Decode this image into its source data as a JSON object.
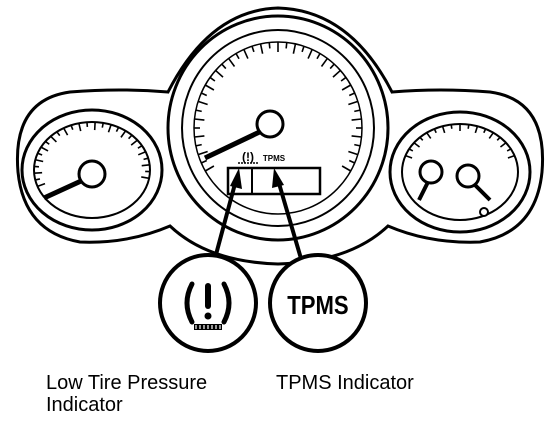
{
  "cluster": {
    "center_warning_glyph": "(!)",
    "center_tpms_text": "TPMS"
  },
  "callouts": {
    "left": {
      "icon_glyph": "(!)",
      "caption_line1": "Low Tire Pressure",
      "caption_line2": "Indicator"
    },
    "right": {
      "icon_text": "TPMS",
      "caption": "TPMS Indicator"
    }
  },
  "colors": {
    "ink": "#000000",
    "paper": "#ffffff"
  }
}
